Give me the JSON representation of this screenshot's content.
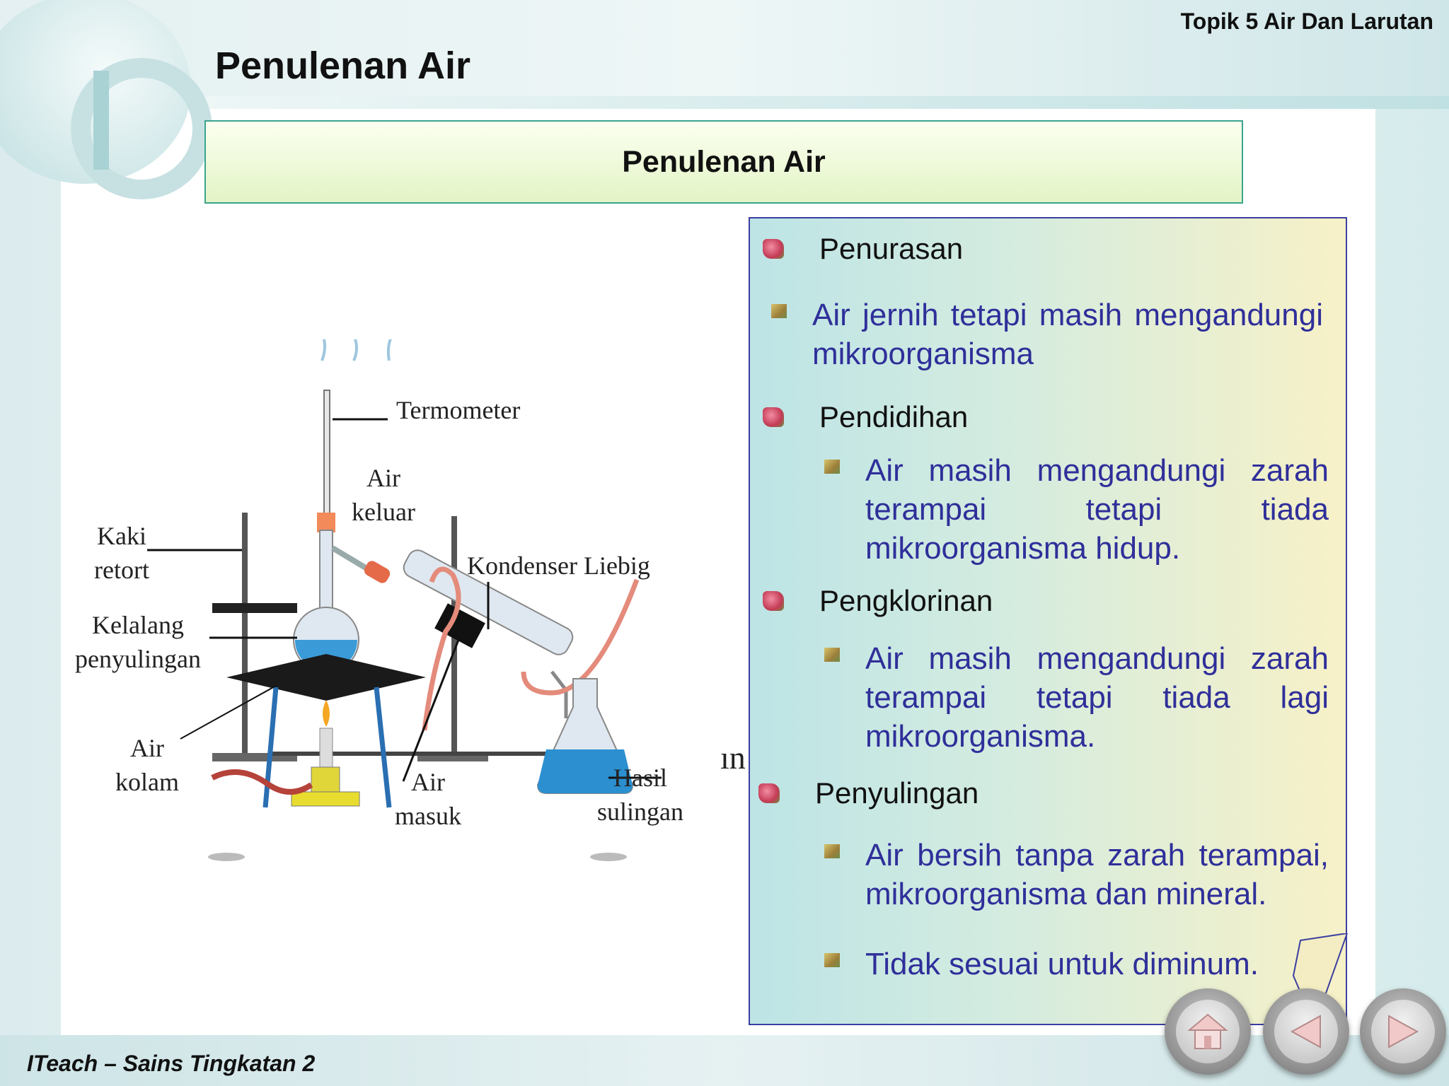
{
  "header": {
    "topic": "Topik 5 Air Dan Larutan",
    "page_title": "Penulenan Air"
  },
  "title_box": {
    "label": "Penulenan Air"
  },
  "diagram": {
    "labels": {
      "termometer": "Termometer",
      "air_keluar_1": "Air",
      "air_keluar_2": "keluar",
      "kaki_retort_1": "Kaki",
      "kaki_retort_2": "retort",
      "kondenser": "Kondenser Liebig",
      "kelalang_1": "Kelalang",
      "kelalang_2": "penyulingan",
      "air_kolam_1": "Air",
      "air_kolam_2": "kolam",
      "air_masuk_1": "Air",
      "air_masuk_2": "masuk",
      "hasil_1": "Hasil",
      "hasil_2": "sulingan"
    },
    "obscured_text": "ın"
  },
  "notes": {
    "items": [
      {
        "heading": "Penurasan",
        "details": [
          "Air jernih tetapi masih mengandungi mikroorganisma"
        ]
      },
      {
        "heading": "Pendidihan",
        "details": [
          "Air masih mengandungi zarah terampai tetapi tiada mikroorganisma hidup."
        ]
      },
      {
        "heading": "Pengklorinan",
        "details": [
          "Air masih mengandungi zarah terampai tetapi tiada lagi mikroorganisma."
        ]
      },
      {
        "heading": "Penyulingan",
        "details": [
          "Air bersih tanpa zarah terampai, mikroorganisma dan mineral.",
          "Tidak sesuai untuk diminum."
        ]
      }
    ]
  },
  "footer": {
    "text": "ITeach – Sains Tingkatan 2"
  },
  "nav": {
    "home_icon": "home-icon",
    "prev_icon": "previous-arrow-icon",
    "next_icon": "next-arrow-icon"
  },
  "colors": {
    "detail_text": "#2f2f9a",
    "title_box_border": "#39a58e",
    "note_border": "#3b3fa0"
  }
}
